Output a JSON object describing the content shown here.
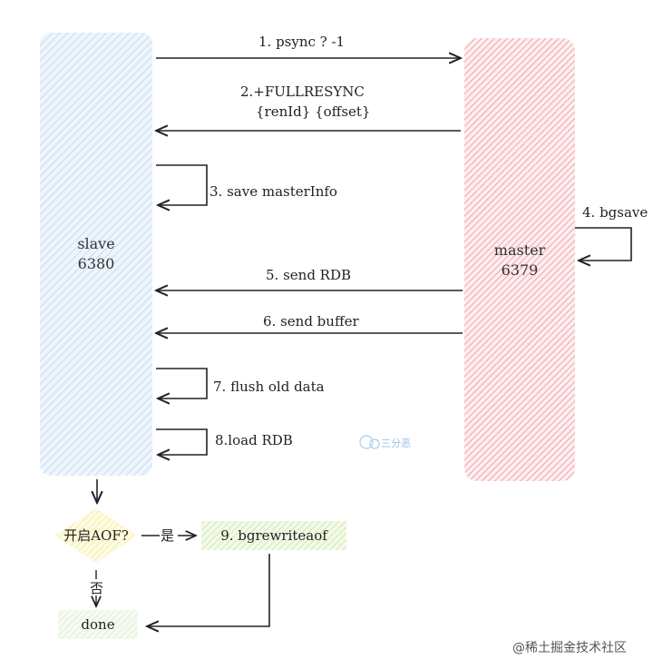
{
  "nodes": {
    "slave": {
      "name": "slave",
      "port": "6380"
    },
    "master": {
      "name": "master",
      "port": "6379"
    }
  },
  "steps": {
    "psync": "1. psync ? -1",
    "fullresync": "2.+FULLRESYNC",
    "fullresync_args": "{renId} {offset}",
    "save_master_info": "3. save masterInfo",
    "bgsave": "4. bgsave",
    "send_rdb": "5. send RDB",
    "send_buffer": "6. send buffer",
    "flush_old_data": "7. flush old data",
    "load_rdb": "8.load RDB",
    "bgrewriteaof": "9. bgrewriteaof"
  },
  "flow": {
    "decision": "开启AOF?",
    "yes": "是",
    "no": "否",
    "done": "done"
  },
  "logo": "三分恶",
  "watermark": "@稀土掘金技术社区",
  "colors": {
    "slave": "#cfe3f7",
    "master": "#f4a7ad",
    "decision": "#fbf4b8",
    "action": "#cfe9a8",
    "done": "#d7edc9",
    "line": "#222222"
  }
}
